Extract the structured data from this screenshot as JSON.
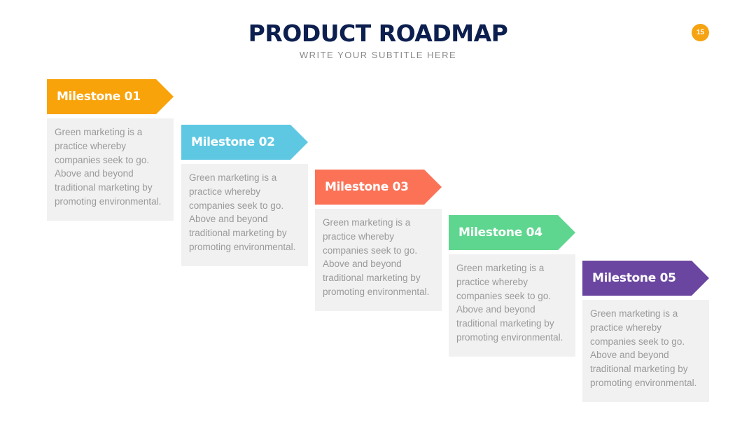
{
  "header": {
    "title": "PRODUCT ROADMAP",
    "subtitle": "WRITE YOUR SUBTITLE HERE",
    "page_number": "15",
    "badge_color": "#f5a311"
  },
  "milestones": [
    {
      "label": "Milestone 01",
      "color": "#f9a30b",
      "text": "Green marketing is a practice whereby companies seek to go. Above and beyond traditional marketing by promoting environmental."
    },
    {
      "label": "Milestone 02",
      "color": "#5ec8e2",
      "text": "Green marketing is a practice whereby companies seek to go. Above and beyond traditional marketing by promoting environmental."
    },
    {
      "label": "Milestone 03",
      "color": "#fb7257",
      "text": "Green marketing is a practice whereby companies seek to go. Above and beyond traditional marketing by promoting environmental."
    },
    {
      "label": "Milestone 04",
      "color": "#5fd68f",
      "text": "Green marketing is a practice whereby companies seek to go. Above and beyond traditional marketing by promoting environmental."
    },
    {
      "label": "Milestone 05",
      "color": "#6a46a0",
      "text": "Green marketing is a practice whereby companies seek to go. Above and beyond traditional marketing by promoting environmental."
    }
  ]
}
